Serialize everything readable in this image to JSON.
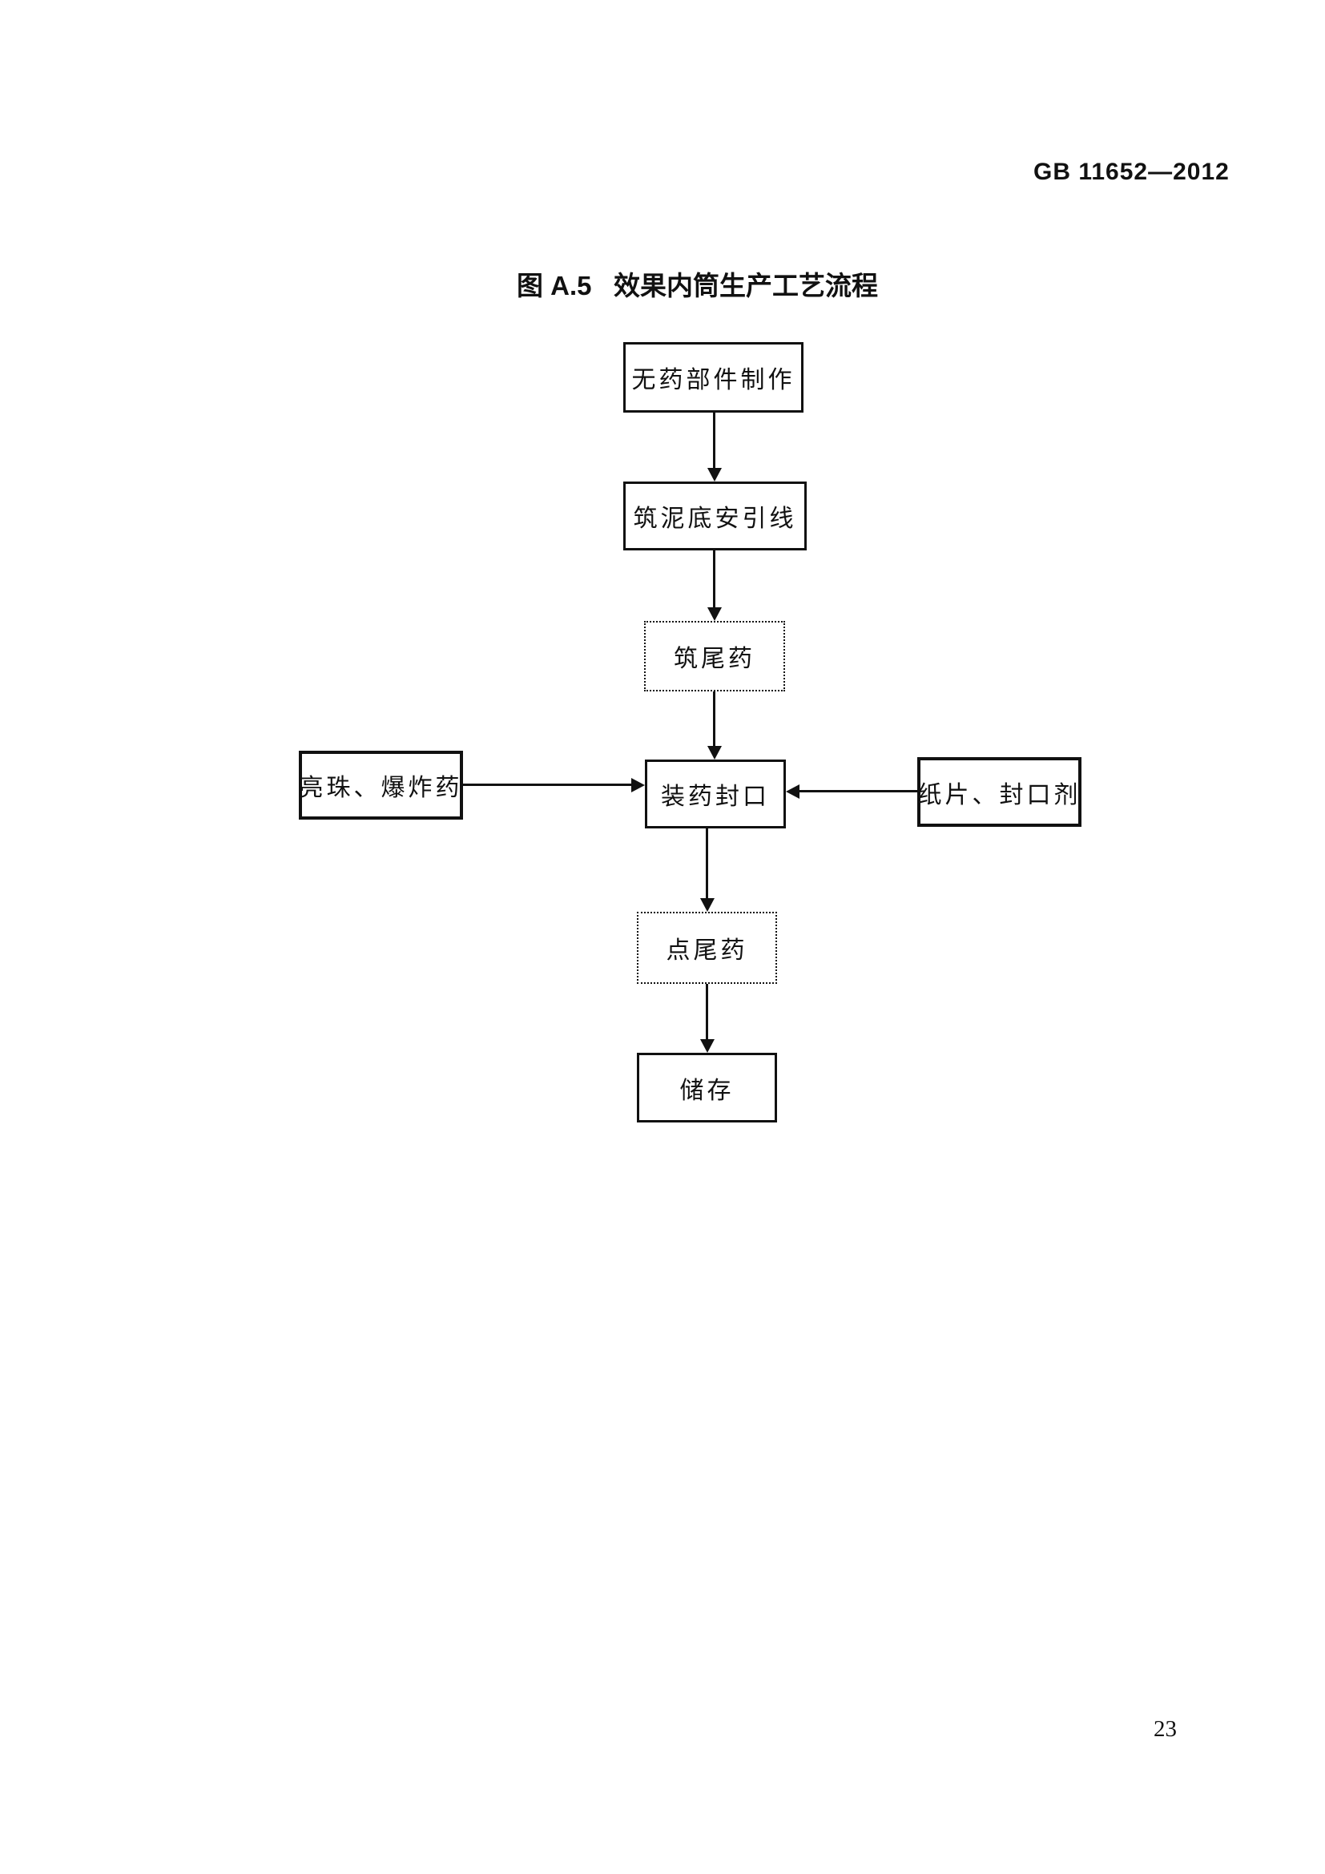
{
  "document": {
    "standard_code": "GB 11652—2012",
    "page_number": "23"
  },
  "figure": {
    "title": "图 A.5   效果内筒生产工艺流程"
  },
  "flowchart": {
    "nodes": [
      {
        "id": "make-inert-parts",
        "label": "无药部件制作",
        "border": "solid"
      },
      {
        "id": "ram-clay-fuse",
        "label": "筑泥底安引线",
        "border": "solid"
      },
      {
        "id": "ram-tail-charge",
        "label": "筑尾药",
        "border": "dotted"
      },
      {
        "id": "load-and-seal",
        "label": "装药封口",
        "border": "solid"
      },
      {
        "id": "stars-explosive",
        "label": "亮珠、爆炸药",
        "border": "solid"
      },
      {
        "id": "paper-sealant",
        "label": "纸片、封口剂",
        "border": "solid"
      },
      {
        "id": "prime-tail-charge",
        "label": "点尾药",
        "border": "dotted"
      },
      {
        "id": "storage",
        "label": "储存",
        "border": "solid"
      }
    ],
    "edges": [
      {
        "from": "无药部件制作",
        "to": "筑泥底安引线",
        "direction": "down"
      },
      {
        "from": "筑泥底安引线",
        "to": "筑尾药",
        "direction": "down"
      },
      {
        "from": "筑尾药",
        "to": "装药封口",
        "direction": "down"
      },
      {
        "from": "亮珠、爆炸药",
        "to": "装药封口",
        "direction": "right"
      },
      {
        "from": "纸片、封口剂",
        "to": "装药封口",
        "direction": "left"
      },
      {
        "from": "装药封口",
        "to": "点尾药",
        "direction": "down"
      },
      {
        "from": "点尾药",
        "to": "储存",
        "direction": "down"
      }
    ],
    "colors": {
      "line": "#111111",
      "background": "#ffffff"
    }
  }
}
